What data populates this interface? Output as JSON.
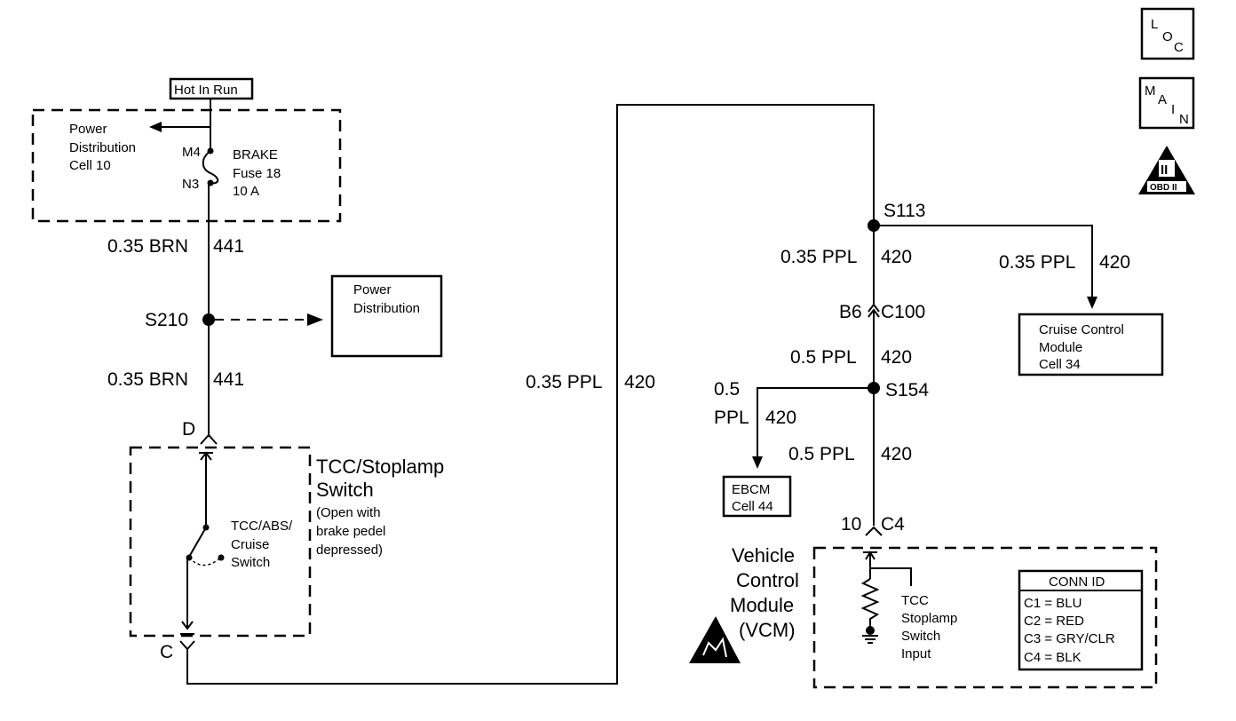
{
  "nav_icons": {
    "loc": {
      "l": "L",
      "o": "O",
      "c": "C"
    },
    "main": {
      "m": "M",
      "a": "A",
      "i": "I",
      "n": "N"
    },
    "obd": {
      "roman": "II",
      "label": "OBD II"
    }
  },
  "power_dist_top": {
    "hot_in_run": "Hot In Run",
    "label_line1": "Power",
    "label_line2": "Distribution",
    "label_line3": "Cell 10",
    "m4": "M4",
    "n3": "N3",
    "fuse_line1": "BRAKE",
    "fuse_line2": "Fuse 18",
    "fuse_line3": "10 A"
  },
  "left_wires": {
    "w1_gauge": "0.35 BRN",
    "w1_circuit": "441",
    "splice": "S210",
    "w2_gauge": "0.35 BRN",
    "w2_circuit": "441",
    "power_dist_line1": "Power",
    "power_dist_line2": "Distribution"
  },
  "switch": {
    "pin_d": "D",
    "pin_c": "C",
    "title_line1": "TCC/Stoplamp",
    "title_line2": "Switch",
    "note_line1": "(Open with",
    "note_line2": "brake pedel",
    "note_line3": "depressed)",
    "inner_line1": "TCC/ABS/",
    "inner_line2": "Cruise",
    "inner_line3": "Switch"
  },
  "middle_wire": {
    "gauge": "0.35 PPL",
    "circuit": "420"
  },
  "right_wires": {
    "s113": "S113",
    "w1_gauge": "0.35 PPL",
    "w1_circuit": "420",
    "branch_gauge": "0.35 PPL",
    "branch_circuit": "420",
    "cruise_line1": "Cruise Control",
    "cruise_line2": "Module",
    "cruise_line3": "Cell 34",
    "b6": "B6",
    "c100": "C100",
    "w2_gauge": "0.5 PPL",
    "w2_circuit": "420",
    "s154": "S154",
    "ebcm_gauge_line1": "0.5",
    "ebcm_gauge_line2": "PPL",
    "ebcm_circuit": "420",
    "ebcm_line1": "EBCM",
    "ebcm_line2": "Cell 44",
    "w3_gauge": "0.5 PPL",
    "w3_circuit": "420",
    "pin10": "10",
    "c4": "C4"
  },
  "vcm": {
    "label_line1": "Vehicle",
    "label_line2": "Control",
    "label_line3": "Module",
    "label_line4": "(VCM)",
    "input_line1": "TCC",
    "input_line2": "Stoplamp",
    "input_line3": "Switch",
    "input_line4": "Input",
    "conn_title": "CONN ID",
    "conn_rows": [
      "C1 = BLU",
      "C2 = RED",
      "C3 = GRY/CLR",
      "C4 = BLK"
    ]
  }
}
